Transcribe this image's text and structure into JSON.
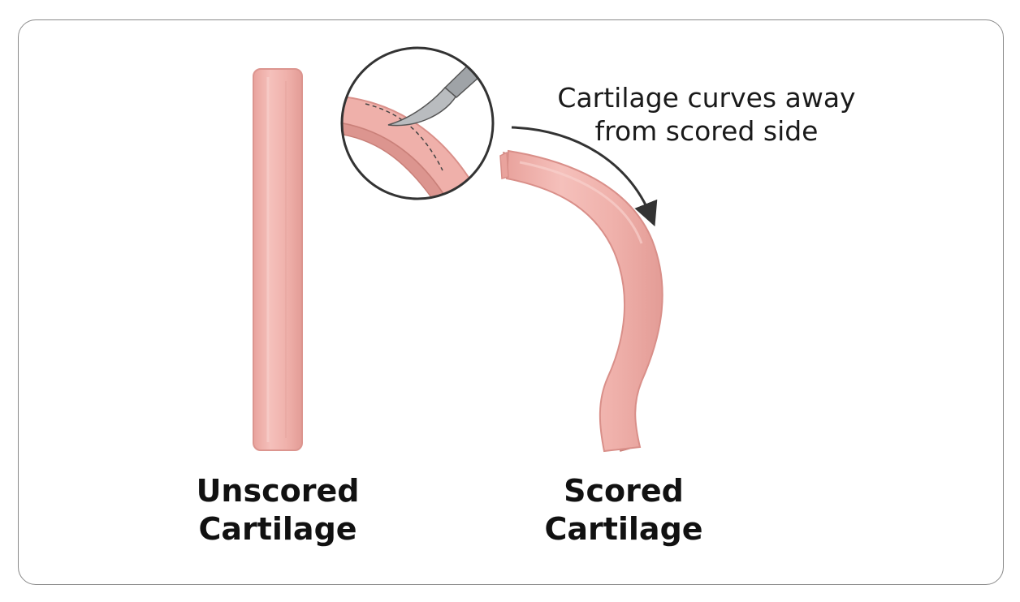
{
  "labels": {
    "left_line1": "Unscored",
    "left_line2": "Cartilage",
    "right_line1": "Scored",
    "right_line2": "Cartilage"
  },
  "annotation": {
    "line1": "Cartilage curves away",
    "line2": "from scored side"
  },
  "colors": {
    "cartilage_fill": "#efb0aa",
    "cartilage_edge": "#d98f89",
    "cartilage_side": "#dc958f",
    "blade": "#b9bcbf",
    "outline": "#333333"
  }
}
